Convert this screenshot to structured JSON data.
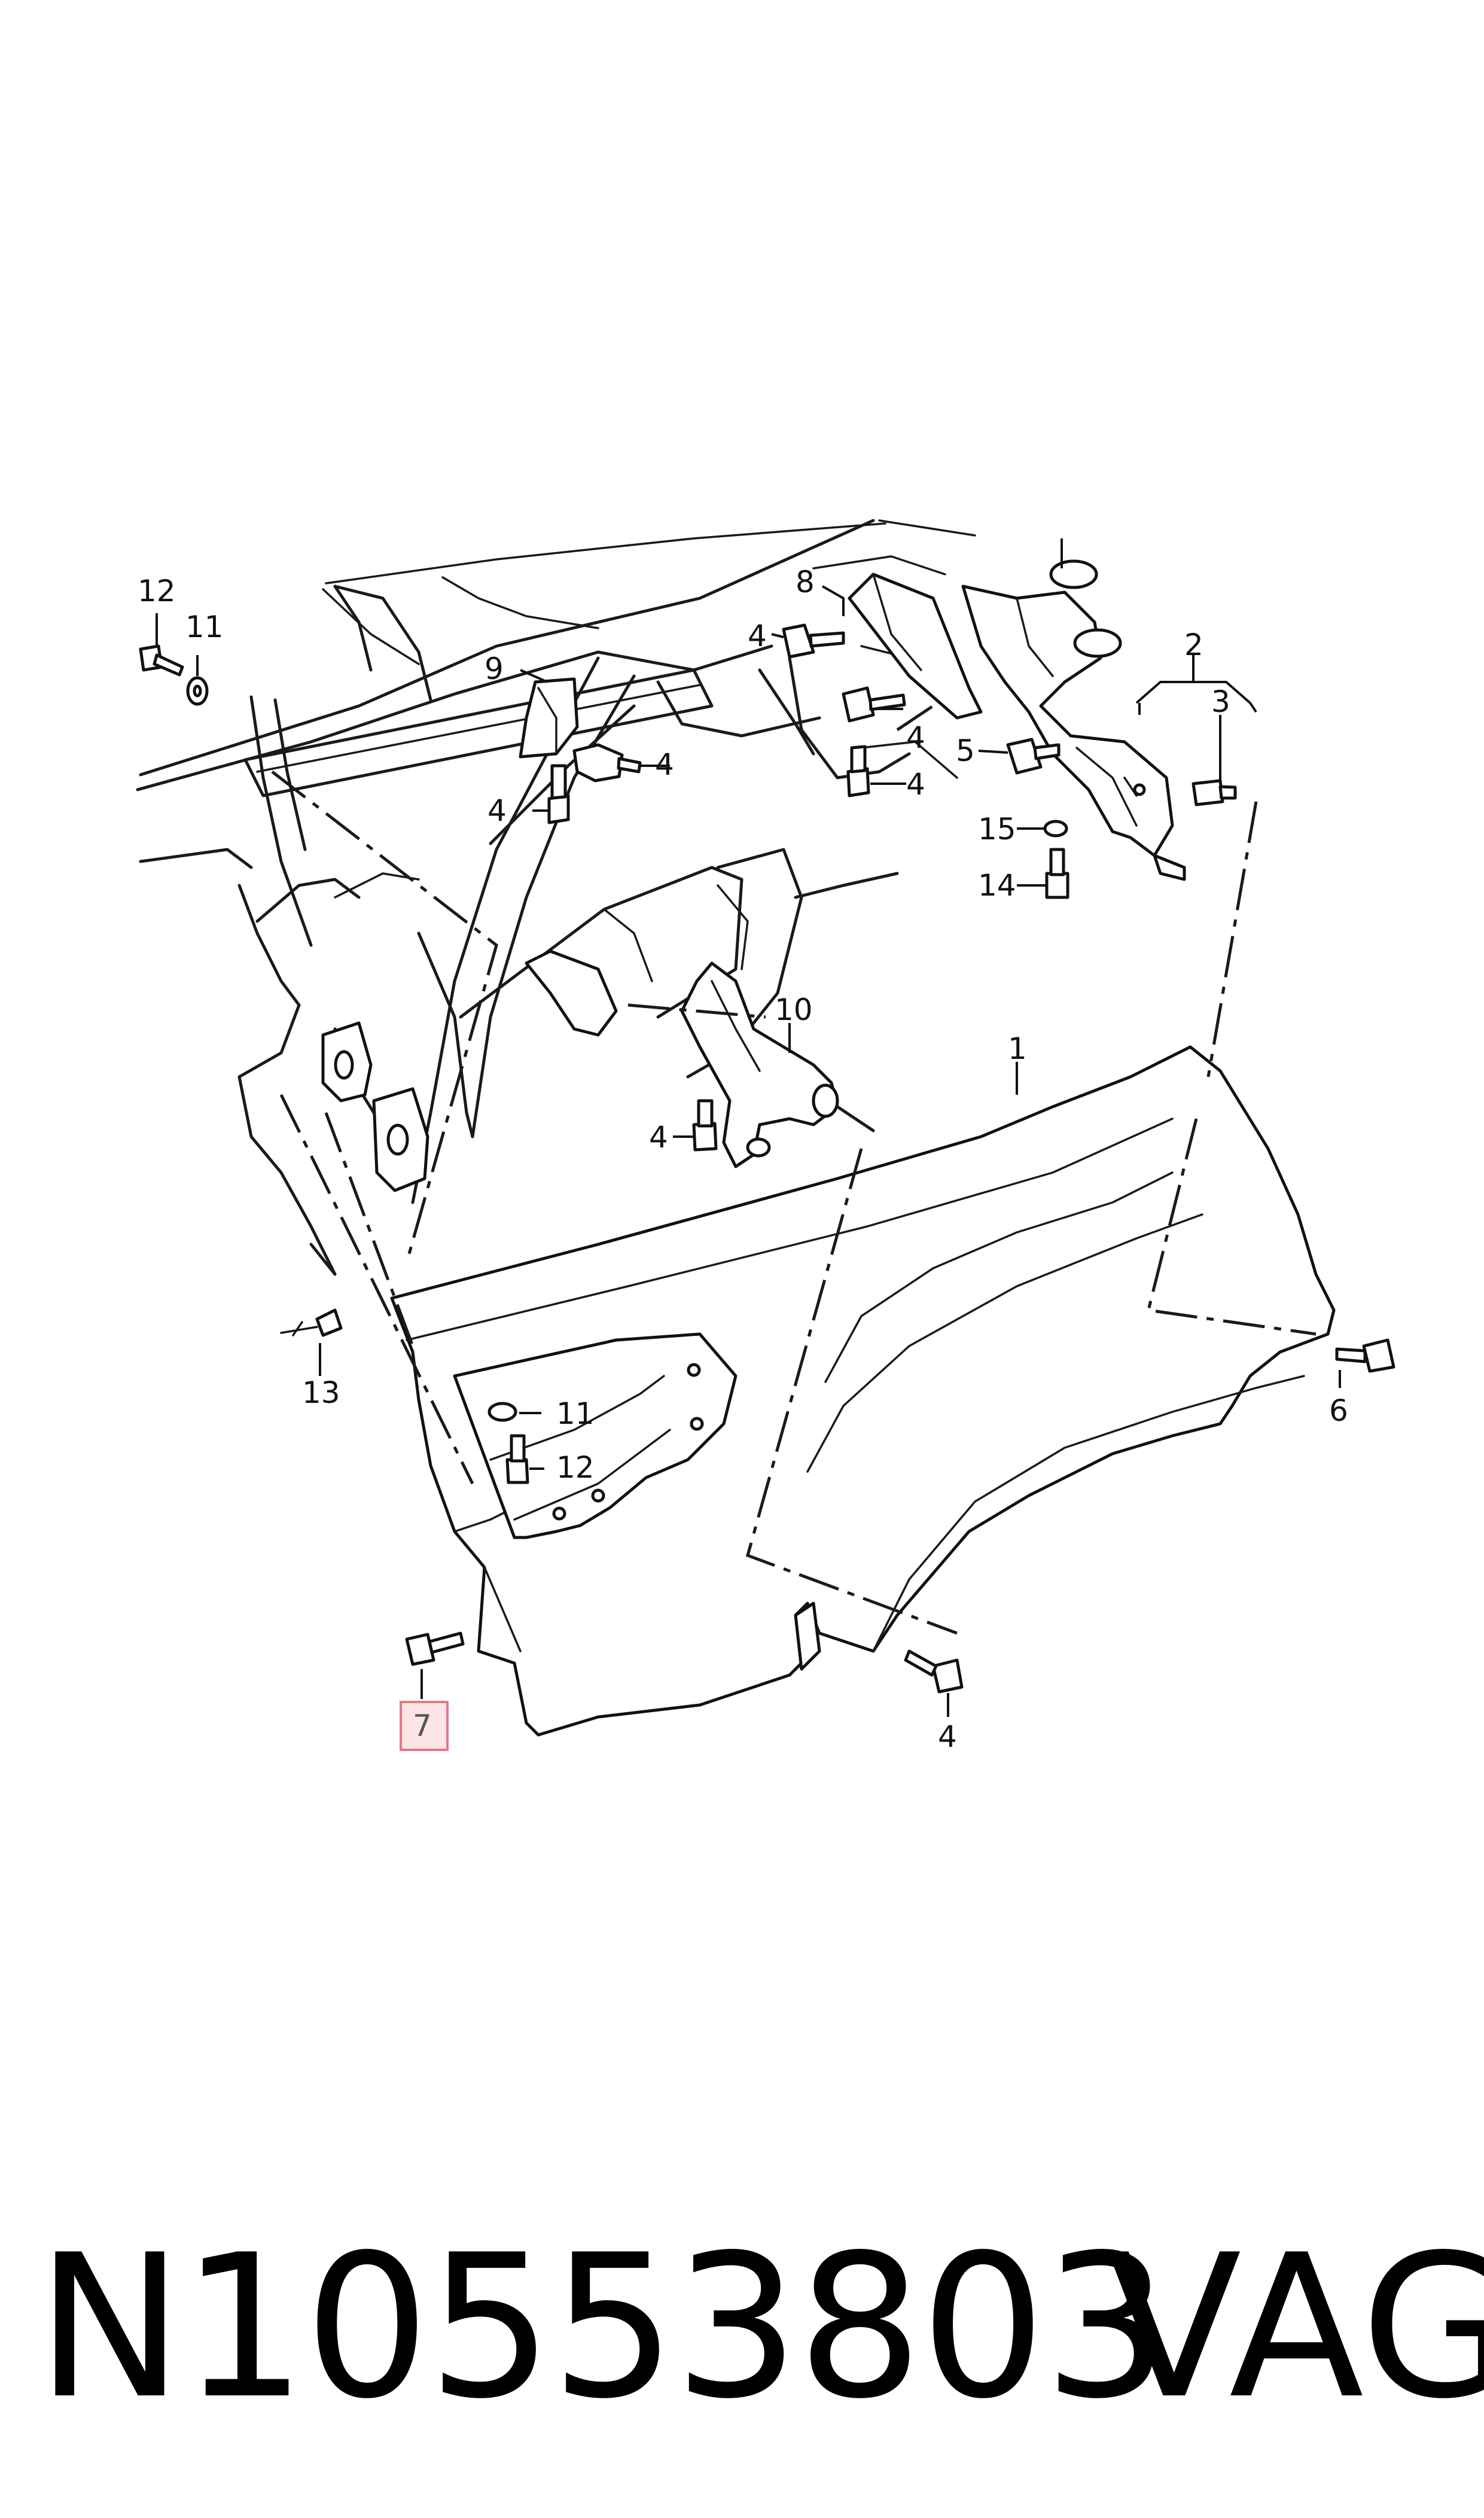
{
  "callouts": {
    "c1": "1",
    "c2": "2",
    "c3": "3",
    "c4a": "4",
    "c4b": "4",
    "c4c": "4",
    "c4d": "4",
    "c4e": "4",
    "c4f": "4",
    "c4g": "4",
    "c5": "5",
    "c6": "6",
    "c7": "7",
    "c8": "8",
    "c9": "9",
    "c10": "10",
    "c11a": "11",
    "c11b": "11",
    "c12a": "12",
    "c12b": "12",
    "c13": "13",
    "c14": "14",
    "c15": "15"
  },
  "highlighted_callout": "7",
  "highlight_color": "#fde4e6",
  "footer": {
    "part_number": "N10553803",
    "brand": "VAG"
  }
}
